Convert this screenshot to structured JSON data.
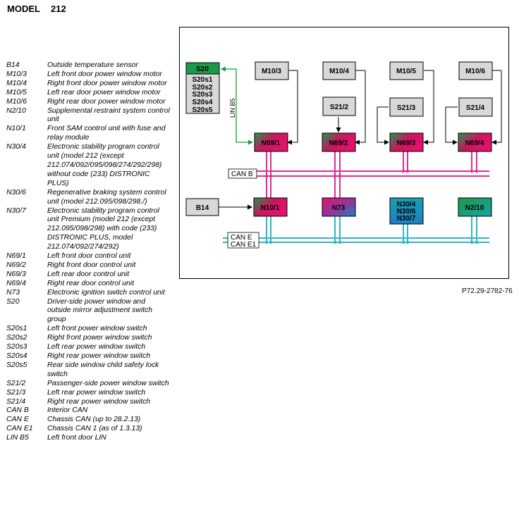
{
  "header": {
    "model_label": "MODEL",
    "model_value": "212"
  },
  "legend": [
    {
      "code": "B14",
      "desc": "Outside temperature sensor"
    },
    {
      "code": "M10/3",
      "desc": "Left front door power window motor"
    },
    {
      "code": "M10/4",
      "desc": "Right front door power window motor"
    },
    {
      "code": "M10/5",
      "desc": "Left rear door power window motor"
    },
    {
      "code": "M10/6",
      "desc": "Right rear door power window motor"
    },
    {
      "code": "N2/10",
      "desc": "Supplemental restraint system control unit"
    },
    {
      "code": "N10/1",
      "desc": "Front SAM control unit with fuse and relay module"
    },
    {
      "code": "N30/4",
      "desc": "Electronic stability program control unit (model 212 (except 212.074/092/095/098/274/292/298) without code (233) DISTRONIC PLUS)"
    },
    {
      "code": "N30/6",
      "desc": "Regenerative braking system control unit (model 212.095/098/298./)"
    },
    {
      "code": "N30/7",
      "desc": "Electronic stability program control unit Premium (model 212 (except 212.095/098/298) with code (233) DISTRONIC PLUS, model 212.074/092/274/292)"
    },
    {
      "code": "N69/1",
      "desc": "Left front door control unit"
    },
    {
      "code": "N69/2",
      "desc": "Right front door control unit"
    },
    {
      "code": "N69/3",
      "desc": "Left rear door control unit"
    },
    {
      "code": "N69/4",
      "desc": "Right rear door control unit"
    },
    {
      "code": "N73",
      "desc": "Electronic ignition switch control unit"
    },
    {
      "code": "S20",
      "desc": "Driver-side power window and outside mirror adjustment switch group"
    },
    {
      "code": "S20s1",
      "desc": "Left front power window switch"
    },
    {
      "code": "S20s2",
      "desc": "Right front power window switch"
    },
    {
      "code": "S20s3",
      "desc": "Left rear power window switch"
    },
    {
      "code": "S20s4",
      "desc": "Right rear power window switch"
    },
    {
      "code": "S20s5",
      "desc": "Rear side window child safety lock switch"
    },
    {
      "code": "S21/2",
      "desc": "Passenger-side power window switch"
    },
    {
      "code": "S21/3",
      "desc": "Left rear power window switch"
    },
    {
      "code": "S21/4",
      "desc": "Right rear power window switch"
    },
    {
      "code": "CAN B",
      "desc": "Interior CAN"
    },
    {
      "code": "CAN E",
      "desc": "Chassis CAN (up to 28.2.13)"
    },
    {
      "code": "CAN E1",
      "desc": "Chassis CAN 1 (as of 1.3.13)"
    },
    {
      "code": "LIN B5",
      "desc": "Left front door LIN"
    }
  ],
  "diagram": {
    "s20": {
      "title": "S20",
      "switches": [
        "S20s1",
        "S20s2",
        "S20s3",
        "S20s4",
        "S20s5"
      ]
    },
    "lin_label": "LIN B5",
    "motors": [
      "M10/3",
      "M10/4",
      "M10/5",
      "M10/6"
    ],
    "passenger_switches": [
      "S21/2",
      "S21/3",
      "S21/4"
    ],
    "door_units": [
      "N69/1",
      "N69/2",
      "N69/3",
      "N69/4"
    ],
    "can_b_label": "CAN B",
    "sensor": "B14",
    "bus_units": [
      "N10/1",
      "N73",
      "N30/4\nN30/6\nN30/7",
      "N2/10"
    ],
    "can_e_labels": [
      "CAN E",
      "CAN E1"
    ]
  },
  "reference": "P72.29-2782-76",
  "colors": {
    "green": "#1a9a4a",
    "magenta": "#e8106e",
    "blue": "#1d7fc4",
    "can_b": "#e22c8e",
    "can_e": "#33b3c9",
    "box_grey": "#d8d8d8"
  }
}
